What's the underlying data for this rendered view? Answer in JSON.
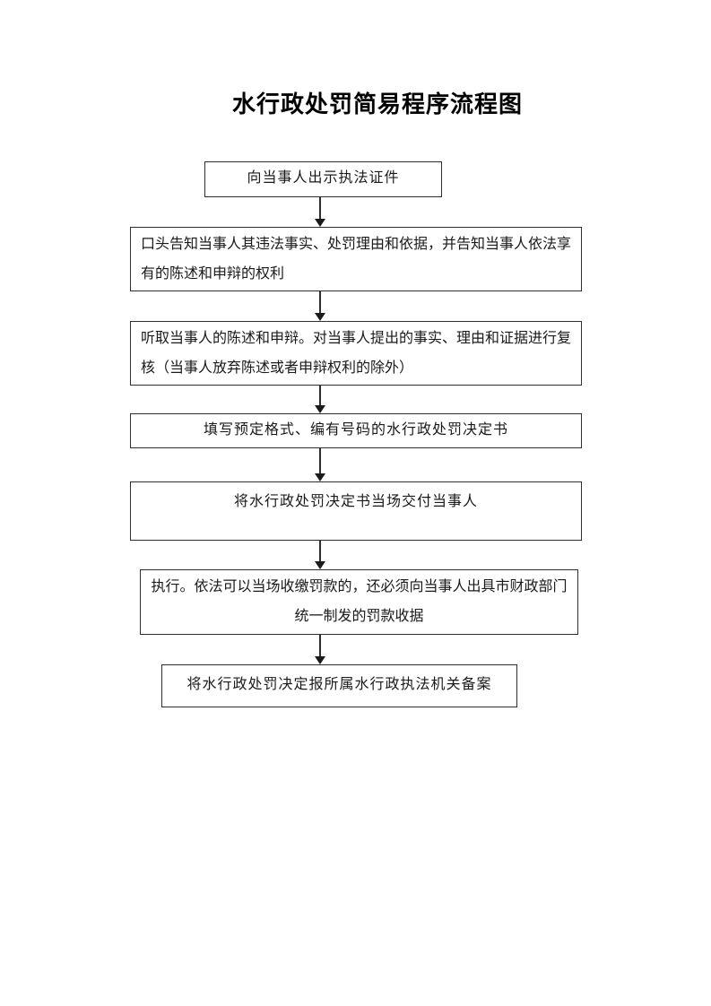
{
  "page": {
    "title": "水行政处罚简易程序流程图"
  },
  "colors": {
    "background": "#ffffff",
    "line": "#2e2e2e",
    "text": "#1a1a1a"
  },
  "flow": {
    "steps": [
      {
        "label": "向当事人出示执法证件"
      },
      {
        "label": "口头告知当事人其违法事实、处罚理由和依据，并告知当事人依法享有的陈述和申辩的权利"
      },
      {
        "label": "听取当事人的陈述和申辩。对当事人提出的事实、理由和证据进行复核（当事人放弃陈述或者申辩权利的除外）"
      },
      {
        "label": "填写预定格式、编有号码的水行政处罚决定书"
      },
      {
        "label": "将水行政处罚决定书当场交付当事人"
      },
      {
        "label": "执行。依法可以当场收缴罚款的，还必须向当事人出具市财政部门统一制发的罚款收据"
      },
      {
        "label": "将水行政处罚决定报所属水行政执法机关备案"
      }
    ]
  }
}
